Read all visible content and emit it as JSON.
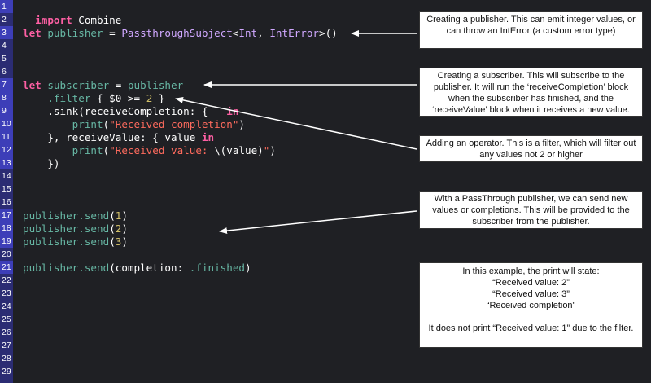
{
  "gutter": {
    "line_numbers": [
      "1",
      "2",
      "3",
      "4",
      "5",
      "6",
      "7",
      "8",
      "9",
      "10",
      "11",
      "12",
      "13",
      "14",
      "15",
      "16",
      "17",
      "18",
      "19",
      "20",
      "21",
      "22",
      "23",
      "24",
      "25",
      "26",
      "27",
      "28",
      "29"
    ]
  },
  "code": {
    "l1": {
      "kw": "import",
      "rest": " Combine"
    },
    "l3": {
      "kw": "let",
      "name": "publisher",
      "eq": " = ",
      "type": "PassthroughSubject",
      "lt": "<",
      "t1": "Int",
      "comma": ", ",
      "t2": "IntError",
      "tail": ">()"
    },
    "l7": {
      "kw": "let",
      "name": "subscriber",
      "eq": " = ",
      "ref": "publisher"
    },
    "l8": {
      "dot": ".",
      "method": "filter",
      "open": " { $0 >= ",
      "num": "2",
      "close": " }"
    },
    "l9": {
      "text": ".sink(receiveCompletion: { _ ",
      "kw": "in"
    },
    "l10": {
      "fn": "print",
      "open": "(",
      "str": "\"Received completion\"",
      "close": ")"
    },
    "l11": {
      "text": "}, receiveValue: { value ",
      "kw": "in"
    },
    "l12": {
      "fn": "print",
      "open": "(",
      "str1": "\"Received value: ",
      "interp": "\\(value)",
      "str2": "\"",
      "close": ")"
    },
    "l13": {
      "text": "})"
    },
    "sends": [
      {
        "obj": "publisher",
        "dot": ".",
        "fn": "send",
        "open": "(",
        "arg": "1",
        "close": ")"
      },
      {
        "obj": "publisher",
        "dot": ".",
        "fn": "send",
        "open": "(",
        "arg": "2",
        "close": ")"
      },
      {
        "obj": "publisher",
        "dot": ".",
        "fn": "send",
        "open": "(",
        "arg": "3",
        "close": ")"
      }
    ],
    "l21": {
      "obj": "publisher",
      "dot": ".",
      "fn": "send",
      "rest": "(completion: ",
      "case": ".finished",
      "close": ")"
    }
  },
  "annotations": {
    "publisher": "Creating a publisher. This can emit integer values, or can throw an IntError (a custom error type)",
    "subscriber": "Creating a subscriber. This will subscribe to the publisher. It will run the ‘receiveCompletion’ block when the subscriber has finished, and the ‘receiveValue’ block when it receives a new value.",
    "operator": "Adding an operator. This is a filter, which will filter out any values not 2 or higher",
    "send": "With a PassThrough publisher, we can send new values or completions. This will be provided to the subscriber from the publisher.",
    "example_title": "In this example, the print will state:",
    "example_lines": [
      "“Received value: 2”",
      "“Received value: 3”",
      "“Received completion”"
    ],
    "example_footer": "It does not print “Received value: 1” due to the filter."
  },
  "colors": {
    "background": "#1f2024",
    "gutter": "#2b2c73",
    "keyword": "#fc5fa3",
    "type": "#d0a8ff",
    "identifier": "#67b7a4",
    "string": "#fc6a5d",
    "number": "#d0bf69"
  }
}
